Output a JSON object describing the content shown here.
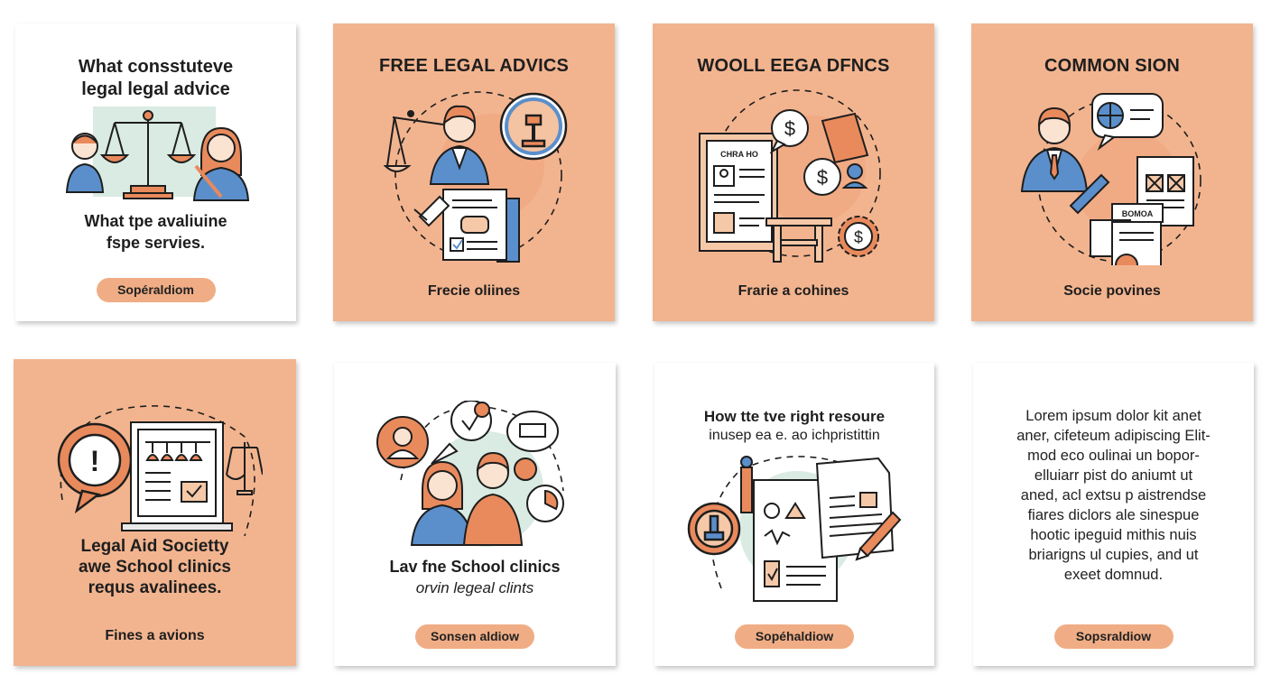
{
  "cards": [
    {
      "title_line1": "What consstuteve",
      "title_line2": "legal legal advice",
      "sub_line1": "What tpe  avaliuine",
      "sub_line2": "fspe servies.",
      "button": "Sopéraldiom"
    },
    {
      "title": "FREE LEGAL ADVICS",
      "footer": "Frecie oliines",
      "seal_text": ""
    },
    {
      "title": "WOOLL EEGA DFNCS",
      "footer": "Frarie a cohines",
      "doc_label": "CHRA HO",
      "currency_symbol": "$"
    },
    {
      "title": "COMMON SION",
      "footer": "Socie povines",
      "doc_label": "BOMOA"
    },
    {
      "title_line1": "Legal Aid Societty",
      "title_line2": "awe School clinics",
      "title_line3": "requs avalinees.",
      "footer": "Fines a avions",
      "alert_symbol": "!"
    },
    {
      "title_line1": "Lav fne School clinics",
      "title_line2": "orvin legeal clints",
      "button": "Sonsen aldiow"
    },
    {
      "title_line1": "How tte tve right resoure",
      "title_line2": "inusep ea e. ao ichpristittin",
      "button": "Sopéhaldiow"
    },
    {
      "lorem_lines": [
        "Lorem ipsum dolor kit anet",
        "aner, cifeteum adipiscing Elit-",
        "mod eco oulinai un bopor-",
        "elluiarr pist do aniumt ut",
        "aned, acl extsu p aistrendse",
        "fiares diclors ale sinespue",
        "hootic ipeguid mithis nuis",
        "briarigns ul cupies, and ut",
        "exeet domnud."
      ],
      "button": "Sopsraldiow"
    }
  ],
  "colors": {
    "peach": "#f2b48f",
    "accent_orange": "#e98a5c",
    "blue": "#5b8fcb",
    "mint": "#d9ebe2",
    "ink": "#1e1e1e"
  },
  "icons": [
    "scales-icon",
    "gavel-icon",
    "document-icon",
    "dollar-icon",
    "chat-bubble-icon",
    "globe-icon",
    "person-icon",
    "alert-icon",
    "pen-icon",
    "stamp-icon",
    "clock-icon",
    "gear-icon",
    "checkbox-icon"
  ]
}
